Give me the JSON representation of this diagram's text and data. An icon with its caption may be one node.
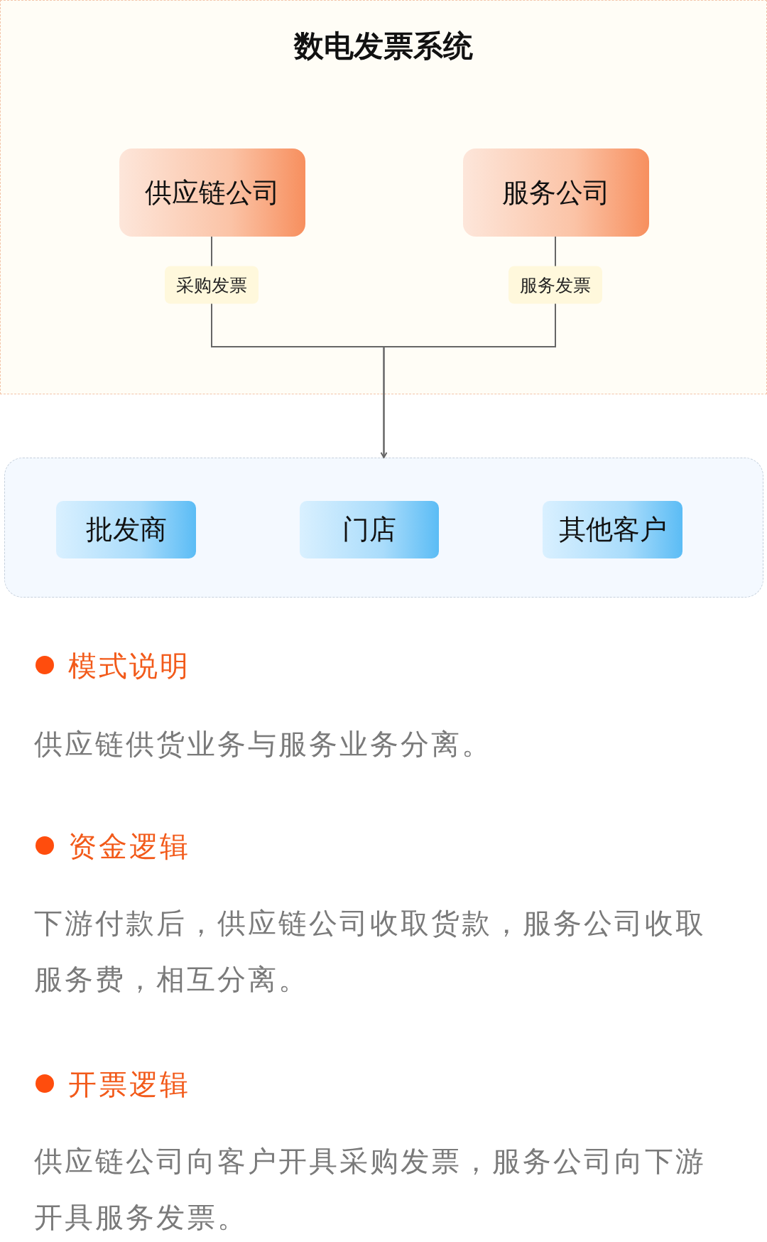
{
  "diagram": {
    "nodes": [
      {
        "text": [
          "数电发票系统"
        ]
      },
      {
        "text": [
          "供应链公司"
        ],
        "in": 0
      },
      {
        "text": [
          "服务公司"
        ],
        "in": 0
      },
      {
        "text": [],
        "shape": "box"
      },
      {
        "text": [
          "批发商"
        ],
        "in": 3
      },
      {
        "text": [
          "门店"
        ],
        "in": 3
      },
      {
        "text": [
          "其他客户"
        ],
        "in": 3
      }
    ],
    "edges": [
      {
        "from": 1,
        "to": 3,
        "arrow": "to",
        "label": "采购发票"
      },
      {
        "from": 2,
        "to": 3,
        "arrow": "to",
        "label": "服务发票"
      }
    ],
    "labels": [
      "模式说明",
      "供应链供货业务与服务业务分离。",
      "资金逻辑",
      "下游付款后，供应链公司收取货款，服务公司收取服务费，相互分离。",
      "开票逻辑",
      "供应链公司向客户开具采购发票，服务公司向下游开具服务发票。"
    ]
  }
}
